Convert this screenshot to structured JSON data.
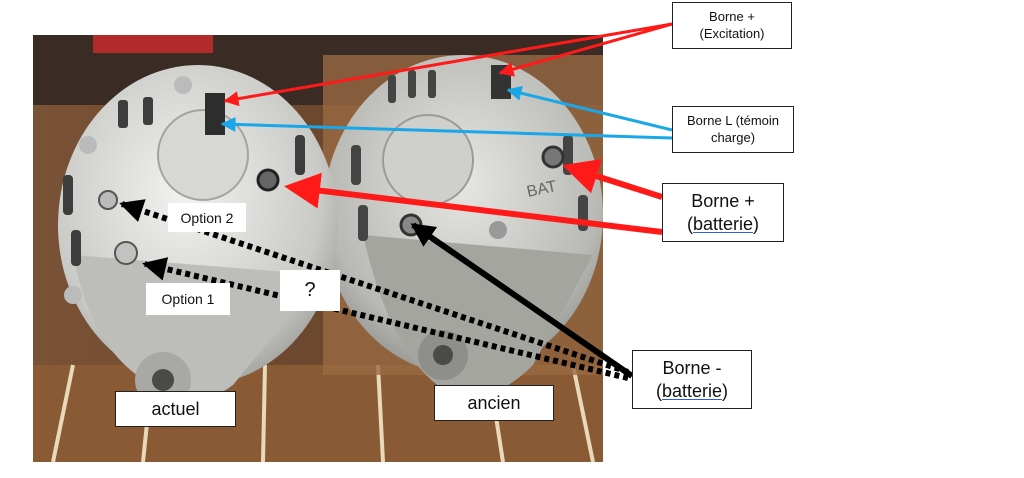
{
  "labels": {
    "borne_excitation": {
      "line1": "Borne +",
      "line2": "(Excitation)"
    },
    "borne_l": {
      "line1": "Borne L (témoin",
      "line2": "charge)"
    },
    "borne_plus_batterie": {
      "line1": "Borne +",
      "line2_open": "(",
      "line2_word": "batterie",
      "line2_close": ")"
    },
    "borne_minus_batterie": {
      "line1": "Borne -",
      "line2_open": "(",
      "line2_word": "batterie",
      "line2_close": ")"
    },
    "option_2": "Option 2",
    "option_1": "Option 1",
    "question": "?",
    "actuel": "actuel",
    "ancien": "ancien"
  },
  "colors": {
    "excitation_arrow": "#ff1a1a",
    "borne_l_arrow": "#1aa7e8",
    "batterie_plus_arrow": "#ff1a1a",
    "batterie_minus_arrow": "#000000",
    "dotted_arrow": "#000000"
  }
}
